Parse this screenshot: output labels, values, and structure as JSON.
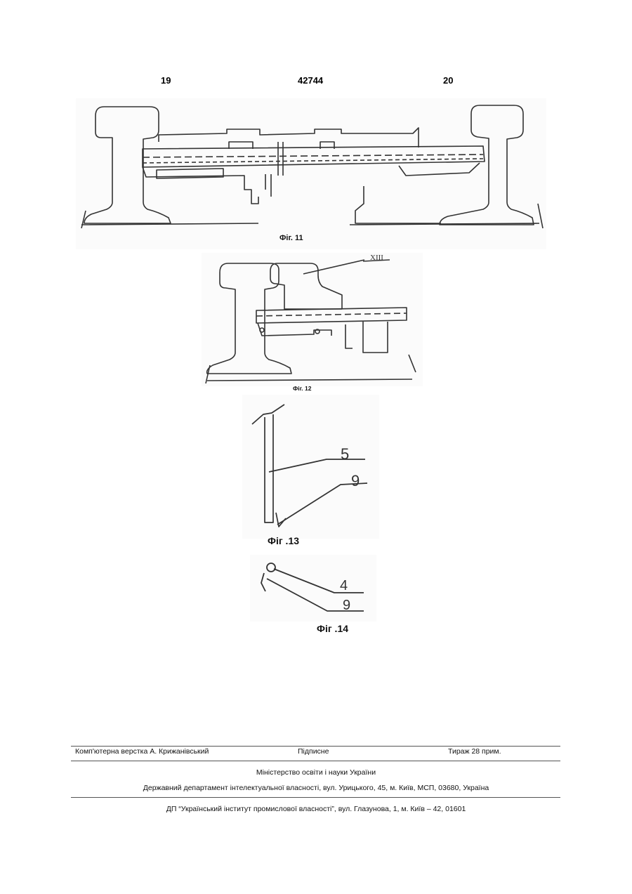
{
  "header": {
    "left_page": "19",
    "patent_number": "42744",
    "right_page": "20"
  },
  "figures": [
    {
      "caption": "Фіг. 11"
    },
    {
      "caption": "Фіг. 12",
      "label": "XIII"
    },
    {
      "caption": "Фіг .13",
      "labels": [
        "5",
        "9"
      ]
    },
    {
      "caption": "Фіг .14",
      "labels": [
        "4",
        "9"
      ]
    }
  ],
  "footer": {
    "layout": "Комп'ютерна верстка А. Крижанівський",
    "signed": "Підписне",
    "circulation": "Тираж 28 прим.",
    "ministry": "Міністерство освіти і науки України",
    "department": "Державний департамент інтелектуальної власності, вул. Урицького, 45, м. Київ, МСП, 03680, Україна",
    "institute": "ДП “Український інститут промислової власності”, вул. Глазунова, 1, м. Київ – 42, 01601"
  }
}
